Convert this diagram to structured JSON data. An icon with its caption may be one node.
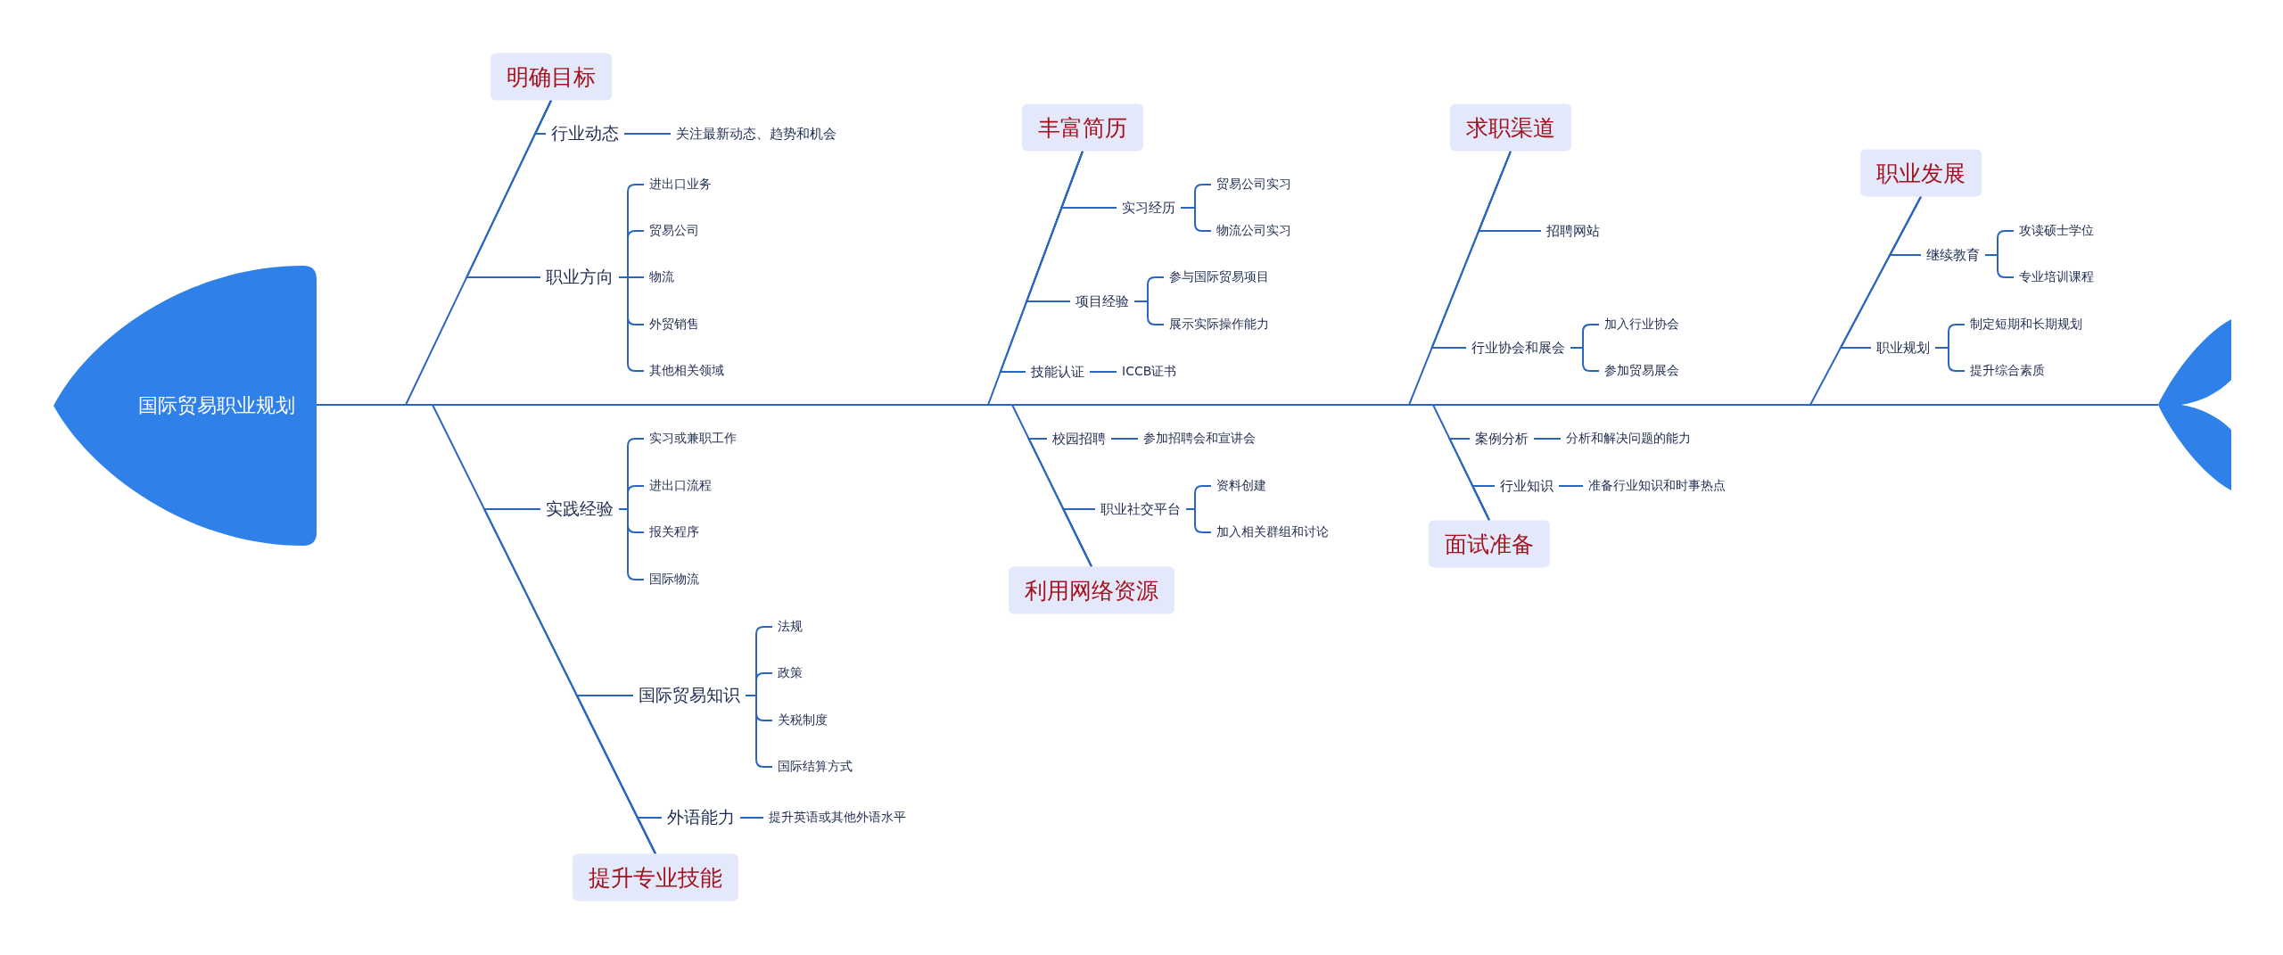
{
  "diagram": {
    "nodes": [
      {
        "text": [
          "国际贸易职业规划"
        ]
      },
      {
        "text": [
          "明确目标"
        ]
      },
      {
        "text": [
          "行业动态"
        ]
      },
      {
        "text": [
          "关注最新动态、趋势和机会"
        ]
      },
      {
        "text": [
          "职业方向"
        ]
      },
      {
        "text": [
          "进出口业务"
        ]
      },
      {
        "text": [
          "贸易公司"
        ]
      },
      {
        "text": [
          "物流"
        ]
      },
      {
        "text": [
          "外贸销售"
        ]
      },
      {
        "text": [
          "其他相关领域"
        ]
      },
      {
        "text": [
          "提升专业技能"
        ]
      },
      {
        "text": [
          "实践经验"
        ]
      },
      {
        "text": [
          "实习或兼职工作"
        ]
      },
      {
        "text": [
          "进出口流程"
        ]
      },
      {
        "text": [
          "报关程序"
        ]
      },
      {
        "text": [
          "国际物流"
        ]
      },
      {
        "text": [
          "国际贸易知识"
        ]
      },
      {
        "text": [
          "法规"
        ]
      },
      {
        "text": [
          "政策"
        ]
      },
      {
        "text": [
          "关税制度"
        ]
      },
      {
        "text": [
          "国际结算方式"
        ]
      },
      {
        "text": [
          "外语能力"
        ]
      },
      {
        "text": [
          "提升英语或其他外语水平"
        ]
      },
      {
        "text": [
          "丰富简历"
        ]
      },
      {
        "text": [
          "实习经历"
        ]
      },
      {
        "text": [
          "贸易公司实习"
        ]
      },
      {
        "text": [
          "物流公司实习"
        ]
      },
      {
        "text": [
          "项目经验"
        ]
      },
      {
        "text": [
          "参与国际贸易项目"
        ]
      },
      {
        "text": [
          "展示实际操作能力"
        ]
      },
      {
        "text": [
          "技能认证"
        ]
      },
      {
        "text": [
          "ICCB证书"
        ]
      },
      {
        "text": [
          "利用网络资源"
        ]
      },
      {
        "text": [
          "校园招聘"
        ]
      },
      {
        "text": [
          "参加招聘会和宣讲会"
        ]
      },
      {
        "text": [
          "职业社交平台"
        ]
      },
      {
        "text": [
          "资料创建"
        ]
      },
      {
        "text": [
          "加入相关群组和讨论"
        ]
      },
      {
        "text": [
          "求职渠道"
        ]
      },
      {
        "text": [
          "招聘网站"
        ]
      },
      {
        "text": [
          "行业协会和展会"
        ]
      },
      {
        "text": [
          "加入行业协会"
        ]
      },
      {
        "text": [
          "参加贸易展会"
        ]
      },
      {
        "text": [
          "面试准备"
        ]
      },
      {
        "text": [
          "案例分析"
        ]
      },
      {
        "text": [
          "分析和解决问题的能力"
        ]
      },
      {
        "text": [
          "行业知识"
        ]
      },
      {
        "text": [
          "准备行业知识和时事热点"
        ]
      },
      {
        "text": [
          "职业发展"
        ]
      },
      {
        "text": [
          "继续教育"
        ]
      },
      {
        "text": [
          "攻读硕士学位"
        ]
      },
      {
        "text": [
          "专业培训课程"
        ]
      },
      {
        "text": [
          "职业规划"
        ]
      },
      {
        "text": [
          "制定短期和长期规划"
        ]
      },
      {
        "text": [
          "提升综合素质"
        ]
      },
      {
        "text": [],
        "shape": "tail"
      }
    ],
    "edges": [
      {
        "from": 0,
        "to": 55,
        "arrow": "none"
      },
      {
        "from": 1,
        "to": 0,
        "arrow": "none"
      },
      {
        "from": 1,
        "to": 2,
        "arrow": "none"
      },
      {
        "from": 2,
        "to": 3,
        "arrow": "none"
      },
      {
        "from": 1,
        "to": 4,
        "arrow": "none"
      },
      {
        "from": 4,
        "to": 5,
        "arrow": "none"
      },
      {
        "from": 4,
        "to": 6,
        "arrow": "none"
      },
      {
        "from": 4,
        "to": 7,
        "arrow": "none"
      },
      {
        "from": 4,
        "to": 8,
        "arrow": "none"
      },
      {
        "from": 4,
        "to": 9,
        "arrow": "none"
      },
      {
        "from": 10,
        "to": 0,
        "arrow": "none"
      },
      {
        "from": 10,
        "to": 11,
        "arrow": "none"
      },
      {
        "from": 11,
        "to": 12,
        "arrow": "none"
      },
      {
        "from": 11,
        "to": 13,
        "arrow": "none"
      },
      {
        "from": 11,
        "to": 14,
        "arrow": "none"
      },
      {
        "from": 11,
        "to": 15,
        "arrow": "none"
      },
      {
        "from": 10,
        "to": 16,
        "arrow": "none"
      },
      {
        "from": 16,
        "to": 17,
        "arrow": "none"
      },
      {
        "from": 16,
        "to": 18,
        "arrow": "none"
      },
      {
        "from": 16,
        "to": 19,
        "arrow": "none"
      },
      {
        "from": 16,
        "to": 20,
        "arrow": "none"
      },
      {
        "from": 10,
        "to": 21,
        "arrow": "none"
      },
      {
        "from": 21,
        "to": 22,
        "arrow": "none"
      },
      {
        "from": 23,
        "to": 0,
        "arrow": "none"
      },
      {
        "from": 23,
        "to": 24,
        "arrow": "none"
      },
      {
        "from": 24,
        "to": 25,
        "arrow": "none"
      },
      {
        "from": 24,
        "to": 26,
        "arrow": "none"
      },
      {
        "from": 23,
        "to": 27,
        "arrow": "none"
      },
      {
        "from": 27,
        "to": 28,
        "arrow": "none"
      },
      {
        "from": 27,
        "to": 29,
        "arrow": "none"
      },
      {
        "from": 23,
        "to": 30,
        "arrow": "none"
      },
      {
        "from": 30,
        "to": 31,
        "arrow": "none"
      },
      {
        "from": 32,
        "to": 0,
        "arrow": "none"
      },
      {
        "from": 32,
        "to": 33,
        "arrow": "none"
      },
      {
        "from": 33,
        "to": 34,
        "arrow": "none"
      },
      {
        "from": 32,
        "to": 35,
        "arrow": "none"
      },
      {
        "from": 35,
        "to": 36,
        "arrow": "none"
      },
      {
        "from": 35,
        "to": 37,
        "arrow": "none"
      },
      {
        "from": 38,
        "to": 0,
        "arrow": "none"
      },
      {
        "from": 38,
        "to": 39,
        "arrow": "none"
      },
      {
        "from": 38,
        "to": 40,
        "arrow": "none"
      },
      {
        "from": 40,
        "to": 41,
        "arrow": "none"
      },
      {
        "from": 40,
        "to": 42,
        "arrow": "none"
      },
      {
        "from": 43,
        "to": 0,
        "arrow": "none"
      },
      {
        "from": 43,
        "to": 44,
        "arrow": "none"
      },
      {
        "from": 44,
        "to": 45,
        "arrow": "none"
      },
      {
        "from": 43,
        "to": 46,
        "arrow": "none"
      },
      {
        "from": 46,
        "to": 47,
        "arrow": "none"
      },
      {
        "from": 48,
        "to": 0,
        "arrow": "none"
      },
      {
        "from": 48,
        "to": 49,
        "arrow": "none"
      },
      {
        "from": 49,
        "to": 50,
        "arrow": "none"
      },
      {
        "from": 49,
        "to": 51,
        "arrow": "none"
      },
      {
        "from": 48,
        "to": 52,
        "arrow": "none"
      },
      {
        "from": 52,
        "to": 53,
        "arrow": "none"
      },
      {
        "from": 52,
        "to": 54,
        "arrow": "none"
      }
    ]
  }
}
